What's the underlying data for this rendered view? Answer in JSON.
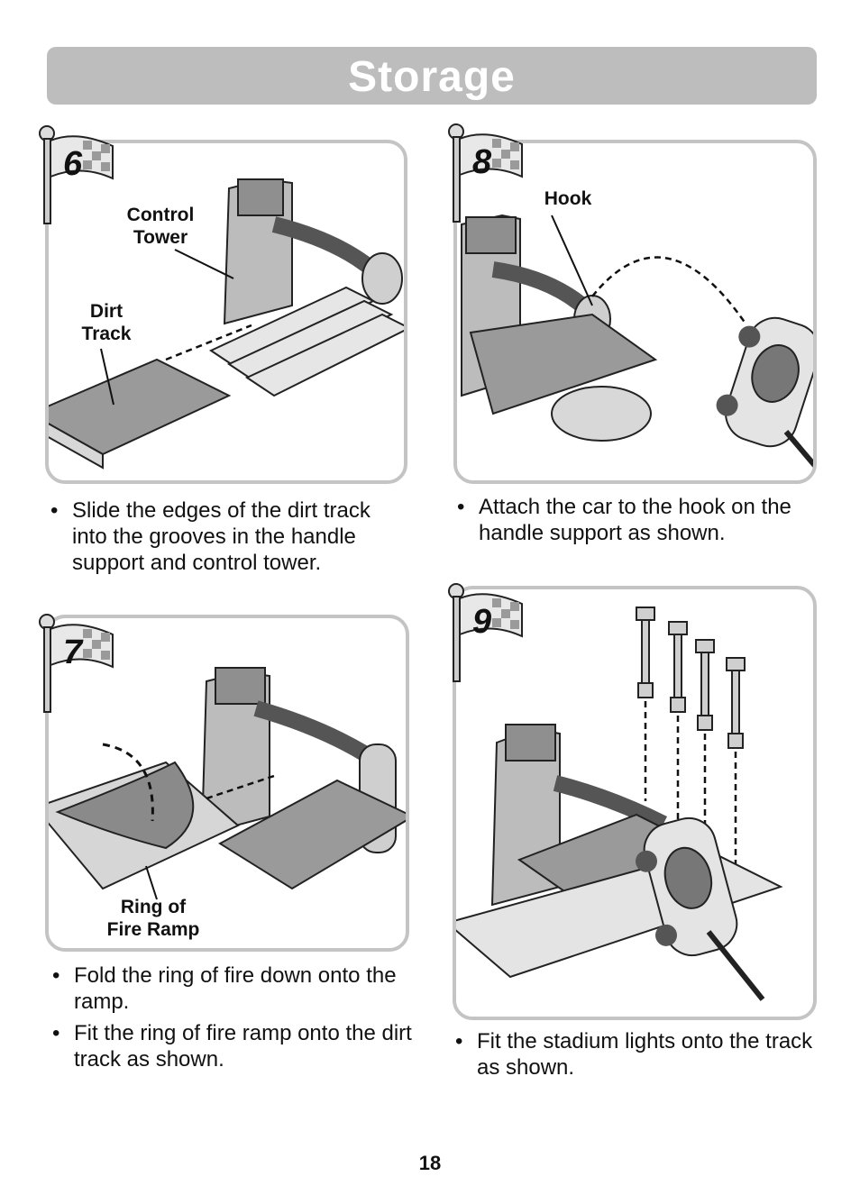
{
  "header": {
    "title": "Storage"
  },
  "steps": [
    {
      "number": "6",
      "callouts": [
        "Control Tower",
        "Dirt Track"
      ],
      "callout_lines": [
        [
          "Control",
          "Tower"
        ],
        [
          "Dirt",
          "Track"
        ]
      ],
      "instructions": [
        "Slide the edges of the dirt track into the grooves in the handle support and control tower."
      ]
    },
    {
      "number": "7",
      "callout_lines": [
        [
          "Ring of",
          "Fire Ramp"
        ]
      ],
      "instructions": [
        "Fold the ring of fire down onto the ramp.",
        "Fit the ring of fire ramp onto the dirt track as shown."
      ]
    },
    {
      "number": "8",
      "callout_lines": [
        [
          "Hook"
        ]
      ],
      "instructions": [
        "Attach the car to the hook on the handle support as shown."
      ]
    },
    {
      "number": "9",
      "callout_lines": [],
      "instructions": [
        "Fit the stadium lights onto the track as shown."
      ]
    }
  ],
  "footer": {
    "page_number": "18"
  },
  "colors": {
    "banner": "#bdbdbd",
    "panel_border": "#c4c4c4",
    "illustration_gray": "#9a9a9a"
  }
}
